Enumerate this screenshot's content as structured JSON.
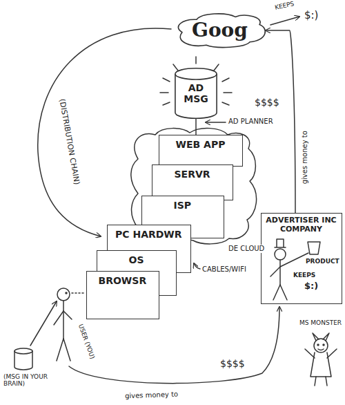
{
  "diagram": {
    "nodes": [
      {
        "text": [
          "Goog"
        ]
      },
      {
        "text": [
          "AD MSG"
        ]
      },
      {
        "text": [
          "WEB APP"
        ]
      },
      {
        "text": [
          "SERVR"
        ]
      },
      {
        "text": [
          "ISP"
        ]
      },
      {
        "text": [
          "PC HARDWR"
        ]
      },
      {
        "text": [
          "OS"
        ]
      },
      {
        "text": [
          "BROWSR"
        ]
      },
      {
        "text": [
          "ADVERTISER INC COMPANY",
          "PRODUCT",
          "KEEPS",
          "$:)"
        ]
      }
    ],
    "edges": [
      {
        "from": 1,
        "to": 2,
        "arrow": "none"
      },
      {
        "from": 8,
        "to": 0,
        "label": "gives money to",
        "arrow": "to"
      }
    ],
    "labels": [
      "$:)",
      "KEEPS",
      "AD PLANNER",
      "DE CLOUD",
      "CABLES/WIFI",
      "(DISTRIBUTION CHAIN)",
      "$$$$",
      "USER (YOU)",
      "(MSG IN YOUR BRAIN)",
      "$$$$",
      "gives money to",
      "MS MONSTER"
    ]
  }
}
